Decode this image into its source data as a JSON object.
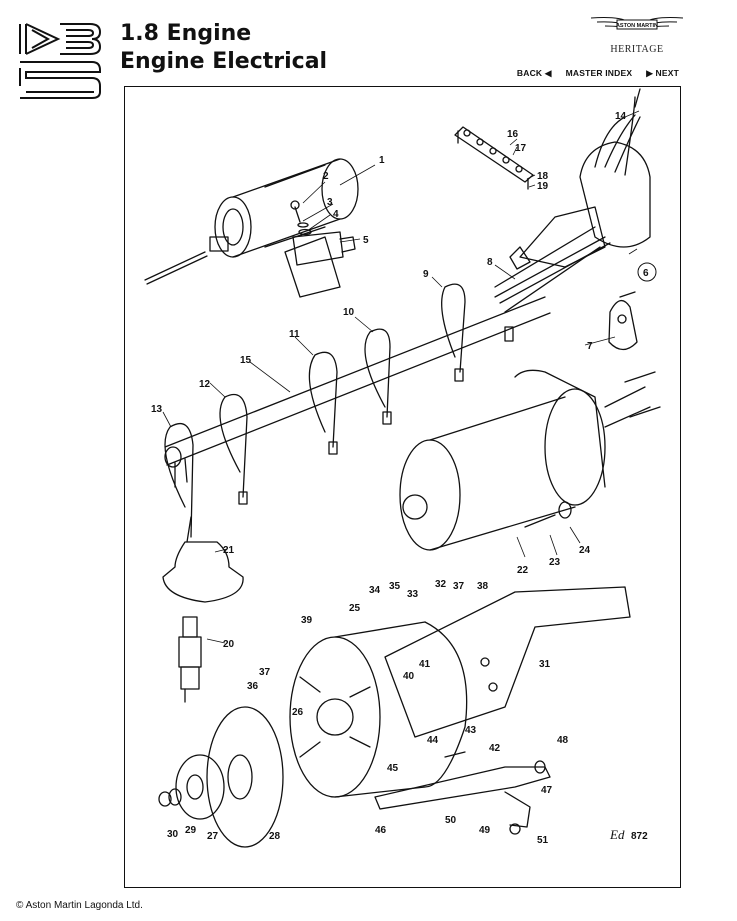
{
  "header": {
    "title_line1": "1.8 Engine",
    "title_line2": "Engine Electrical",
    "brand_badge": "ASTON MARTIN",
    "brand_sub": "HERITAGE",
    "logo_icon": "dbs-logo-icon"
  },
  "nav": {
    "back": "BACK ◀",
    "master_index": "MASTER INDEX",
    "next": "▶ NEXT"
  },
  "diagram": {
    "reference": "872",
    "signature": "Ed",
    "labels": [
      "1",
      "2",
      "3",
      "4",
      "5",
      "6",
      "7",
      "8",
      "9",
      "10",
      "11",
      "12",
      "13",
      "14",
      "15",
      "16",
      "17",
      "18",
      "19",
      "20",
      "21",
      "22",
      "23",
      "24",
      "25",
      "26",
      "27",
      "28",
      "29",
      "30",
      "31",
      "32",
      "33",
      "34",
      "35",
      "36",
      "37",
      "37",
      "38",
      "39",
      "40",
      "41",
      "42",
      "43",
      "44",
      "45",
      "46",
      "47",
      "48",
      "49",
      "50",
      "51"
    ]
  },
  "footer": {
    "copyright": "© Aston Martin Lagonda Ltd."
  }
}
